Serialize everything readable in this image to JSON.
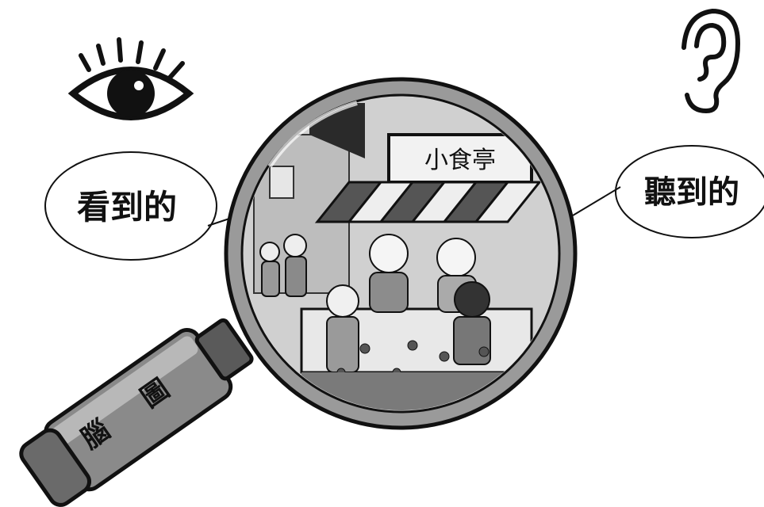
{
  "labels": {
    "seen": "看到的",
    "heard": "聽到的",
    "shop_sign": "小食亭",
    "handle_char_1": "腦",
    "handle_char_2": "圖"
  },
  "icons": [
    "eye-icon",
    "ear-icon",
    "magnifying-glass-icon"
  ],
  "colors": {
    "line": "#111111",
    "lens_frame": "#9a9a9a",
    "handle": "#8a8a8a",
    "handle_dark": "#4a4a4a",
    "scene_bg": "#d9d9d9",
    "background": "#ffffff"
  }
}
